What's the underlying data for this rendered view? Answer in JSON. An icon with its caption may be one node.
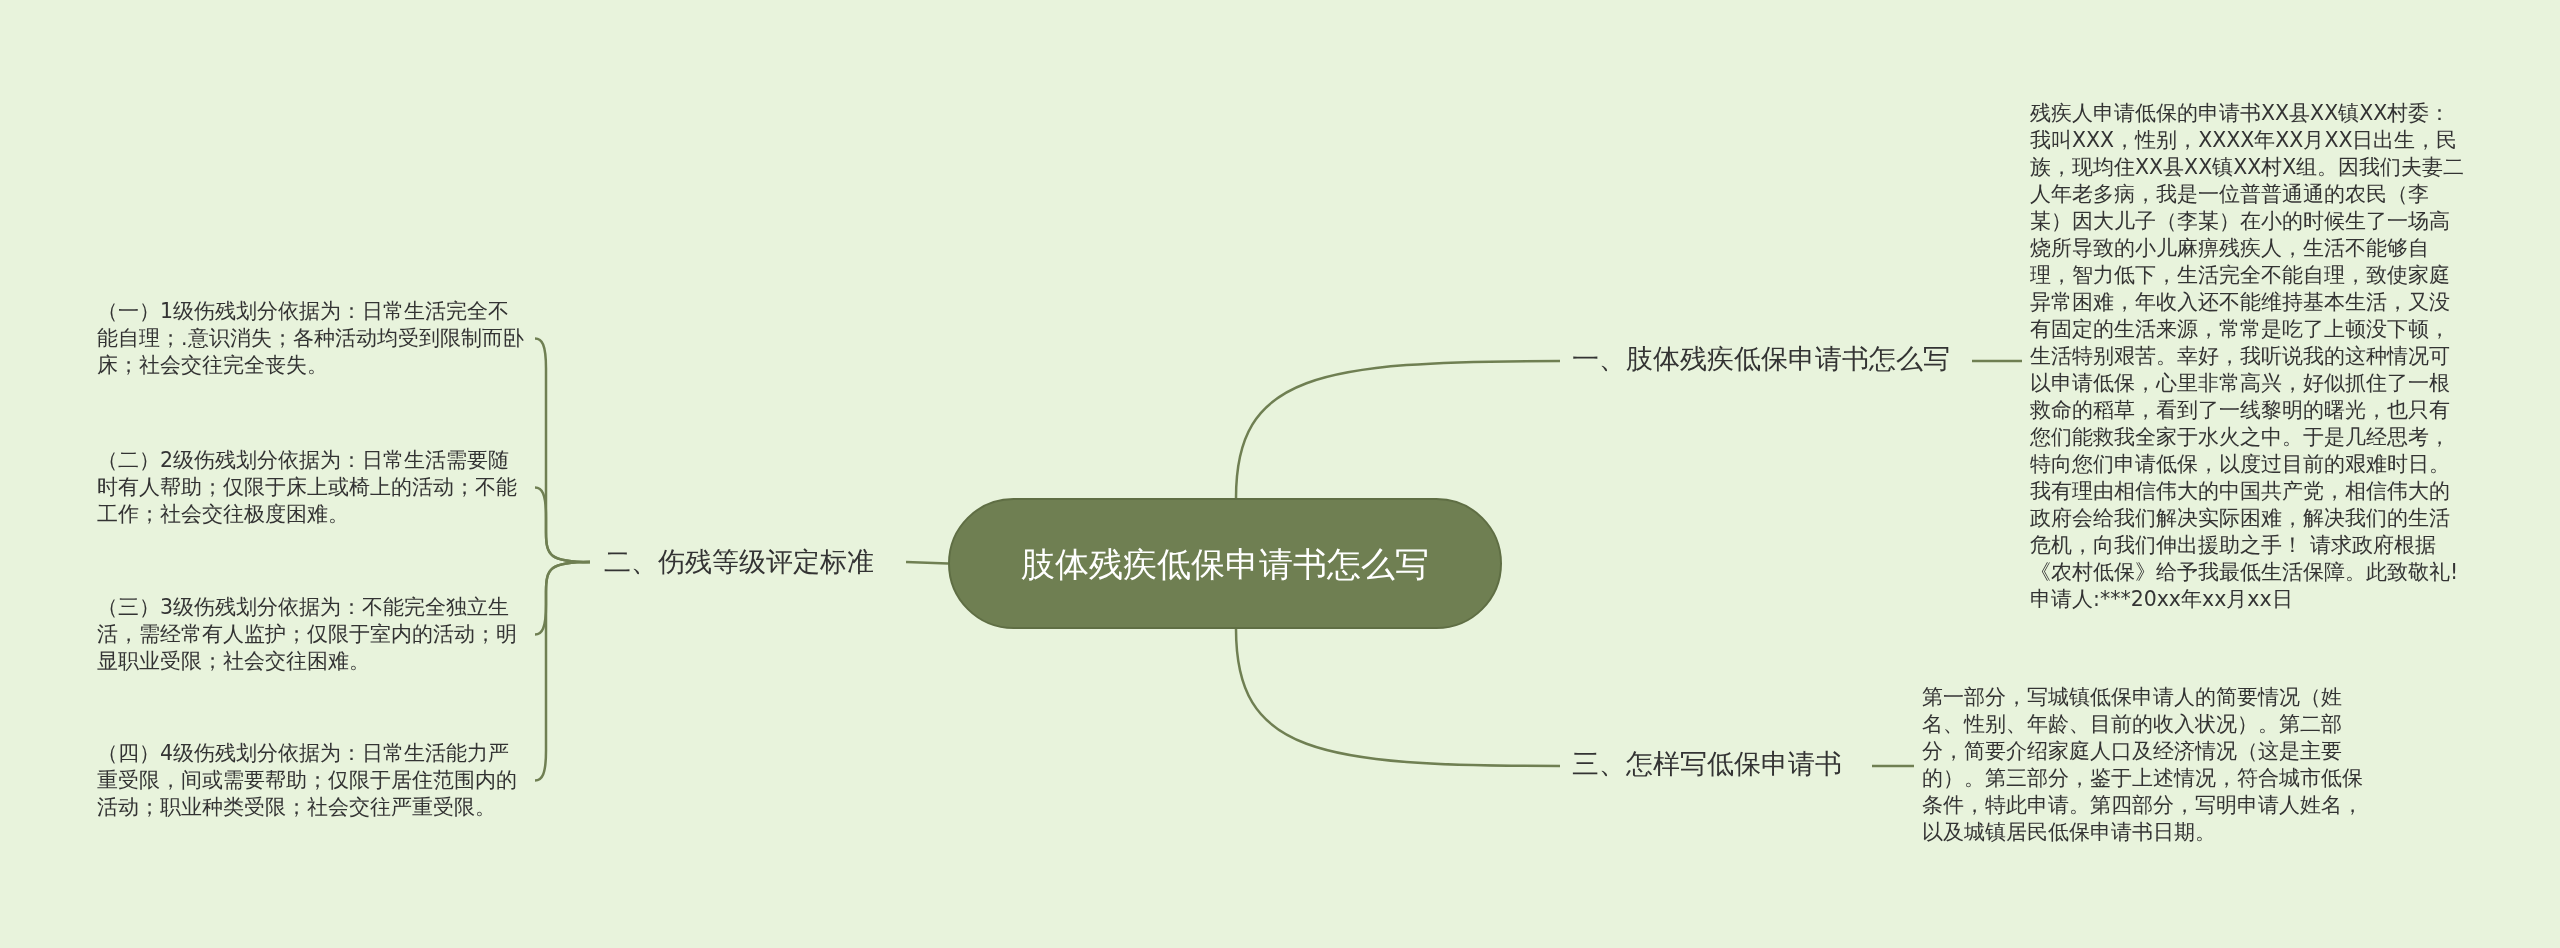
{
  "diagram": {
    "nodes": [
      {
        "text": [
          "肢体残疾低保申请书怎么写"
        ]
      },
      {
        "text": [
          "一、肢体残疾低保申请书怎么写"
        ]
      },
      {
        "text": [
          "残疾人申请低保的申请书XX县XX镇XX村委：我叫XXX，性别，XXXX年XX月XX日出生，民族，现均住XX县XX镇XX村X组。因我们夫妻二人年老多病，我是一位普普通通的农民（李某）因大儿子（李某）在小的时候生了一场高烧所导致的小儿麻痹残疾人，生活不能够自理，智力低下，生活完全不能自理，致使家庭异常困难，年收入还不能维持基本生活，又没有固定的生活来源，常常是吃了上顿没下顿，生活特别艰苦。幸好，我听说我的这种情况可以申请低保，心里非常高兴，好似抓住了一根救命的稻草，看到了一线黎明的曙光，也只有您们能救我全家于水火之中。于是几经思考，特向您们申请低保，以度过目前的艰难时日。我有理由相信伟大的中国共产党，相信伟大的政府会给我们解决实际困难，解决我们的生活危机，向我们伸出援助之手！ 请求政府根据《农村低保》给予我最低生活保障。此致敬礼!申请人:***20xx年xx月xx日"
        ]
      },
      {
        "text": [
          "三、怎样写低保申请书"
        ]
      },
      {
        "text": [
          "第一部分，写城镇低保申请人的简要情况（姓名、性别、年龄、目前的收入状况）。第二部分，简要介绍家庭人口及经济情况（这是主要的）。第三部分，鉴于上述情况，符合城市低保条件，特此申请。第四部分，写明申请人姓名，以及城镇居民低保申请书日期。"
        ]
      },
      {
        "text": [
          "二、伤残等级评定标准"
        ]
      },
      {
        "text": [
          "（一）1级伤残划分依据为：日常生活完全不能自理；.意识消失；各种活动均受到限制而卧床；社会交往完全丧失。"
        ]
      },
      {
        "text": [
          "（二）2级伤残划分依据为：日常生活需要随时有人帮助；仅限于床上或椅上的活动；不能工作；社会交往极度困难。"
        ]
      },
      {
        "text": [
          "（三）3级伤残划分依据为：不能完全独立生活，需经常有人监护；仅限于室内的活动；明显职业受限；社会交往困难。"
        ]
      },
      {
        "text": [
          "（四）4级伤残划分依据为：日常生活能力严重受限，间或需要帮助；仅限于居住范围内的活动；职业种类受限；社会交往严重受限。"
        ]
      }
    ],
    "edges": [
      {
        "from": 0,
        "to": 1,
        "arrow": "none"
      },
      {
        "from": 1,
        "to": 2,
        "arrow": "none"
      },
      {
        "from": 0,
        "to": 3,
        "arrow": "none"
      },
      {
        "from": 3,
        "to": 4,
        "arrow": "none"
      },
      {
        "from": 0,
        "to": 5,
        "arrow": "none"
      },
      {
        "from": 5,
        "to": 6,
        "arrow": "none"
      },
      {
        "from": 5,
        "to": 7,
        "arrow": "none"
      },
      {
        "from": 5,
        "to": 8,
        "arrow": "none"
      },
      {
        "from": 5,
        "to": 9,
        "arrow": "none"
      }
    ]
  }
}
